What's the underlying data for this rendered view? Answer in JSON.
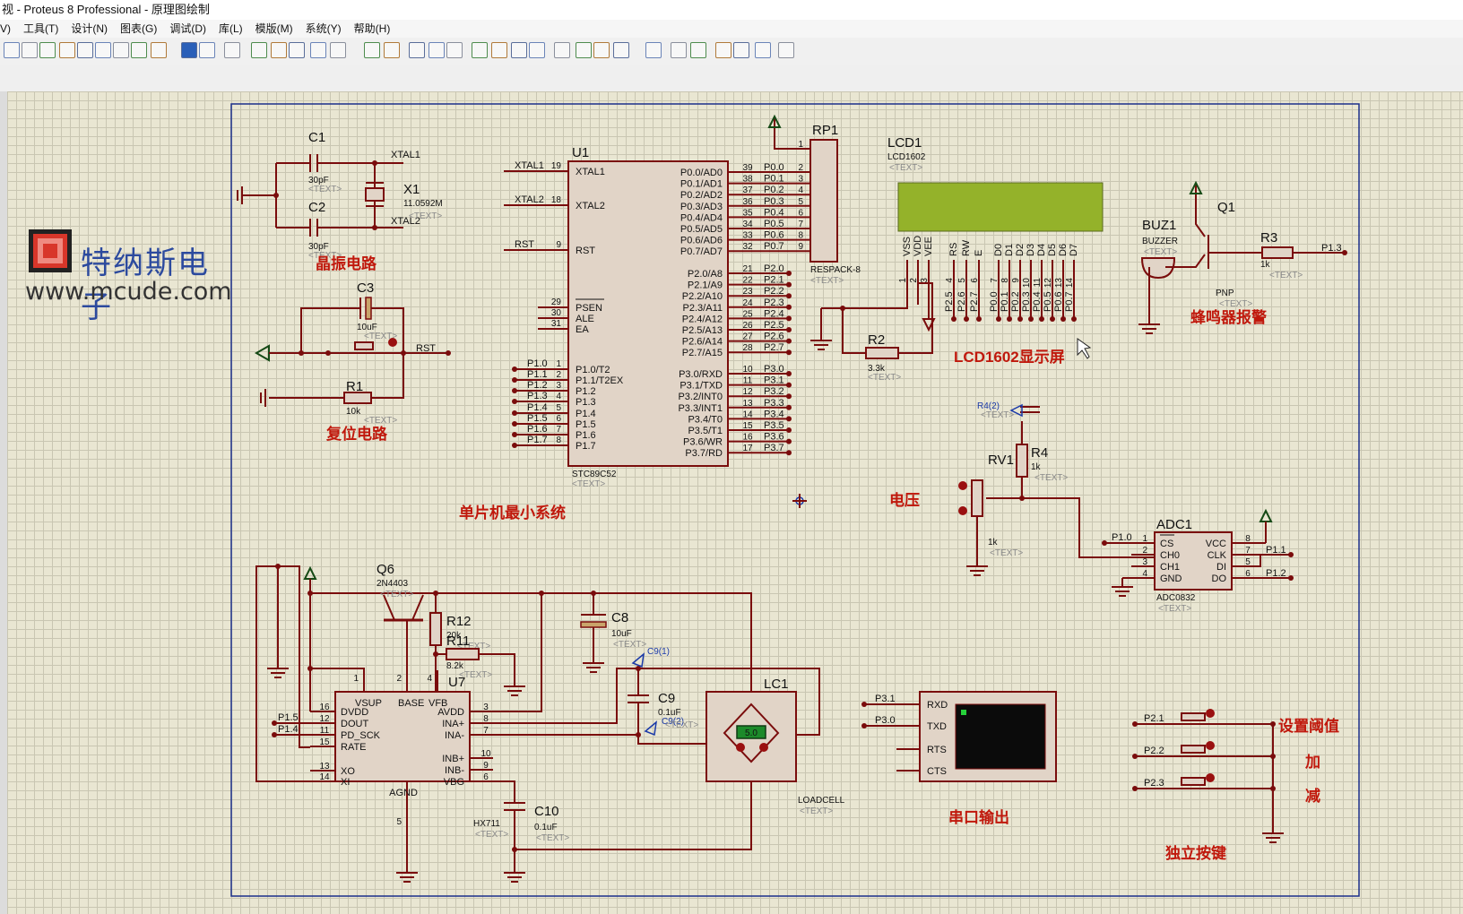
{
  "window": {
    "title": "视 - Proteus 8 Professional - 原理图绘制"
  },
  "menu": {
    "items": [
      "V)",
      "工具(T)",
      "设计(N)",
      "图表(G)",
      "调试(D)",
      "库(L)",
      "模版(M)",
      "系统(Y)",
      "帮助(H)"
    ]
  },
  "logo": {
    "cn": "特纳斯电子",
    "url": "www.mcude.com"
  },
  "sections": {
    "osc": "晶振电路",
    "reset": "复位电路",
    "mcu": "单片机最小系统",
    "lcd": "LCD1602显示屏",
    "buzzer": "蜂鸣器报警",
    "voltage": "电压",
    "serial": "串口输出",
    "keys": "独立按键",
    "key1": "设置阈值",
    "key2": "加",
    "key3": "减"
  },
  "parts": {
    "c1": {
      "ref": "C1",
      "val": "30pF",
      "text": "<TEXT>"
    },
    "c2": {
      "ref": "C2",
      "val": "30pF",
      "text": "<TEXT>"
    },
    "x1": {
      "ref": "X1",
      "val": "11.0592M",
      "text": "<TEXT>",
      "n1": "XTAL1",
      "n2": "XTAL2"
    },
    "c3": {
      "ref": "C3",
      "val": "10uF",
      "text": "<TEXT>"
    },
    "r1": {
      "ref": "R1",
      "val": "10k",
      "text": "<TEXT>"
    },
    "rst_net": "RST",
    "u1": {
      "ref": "U1",
      "name": "STC89C52",
      "text": "<TEXT>"
    },
    "rp1": {
      "ref": "RP1",
      "name": "RESPACK-8",
      "text": "<TEXT>",
      "pin1": "1"
    },
    "lcd1": {
      "ref": "LCD1",
      "name": "LCD1602",
      "text": "<TEXT>"
    },
    "r2": {
      "ref": "R2",
      "val": "3.3k",
      "text": "<TEXT>"
    },
    "buz1": {
      "ref": "BUZ1",
      "name": "BUZZER",
      "text": "<TEXT>"
    },
    "q1": {
      "ref": "Q1",
      "type": "PNP",
      "text": "<TEXT>"
    },
    "r3": {
      "ref": "R3",
      "val": "1k",
      "text": "<TEXT>",
      "net": "P1.3"
    },
    "r4": {
      "ref": "R4",
      "val": "1k",
      "text": "<TEXT>",
      "probe": "R4(2)"
    },
    "rv1": {
      "ref": "RV1",
      "val": "1k",
      "text": "<TEXT>"
    },
    "adc1": {
      "ref": "ADC1",
      "name": "ADC0832",
      "text": "<TEXT>"
    },
    "q6": {
      "ref": "Q6",
      "name": "2N4403",
      "text": "<TEXT>"
    },
    "r12": {
      "ref": "R12",
      "val": "20k",
      "text": "<TEXT>"
    },
    "r11": {
      "ref": "R11",
      "val": "8.2k",
      "text": "<TEXT>"
    },
    "c8": {
      "ref": "C8",
      "val": "10uF",
      "text": "<TEXT>"
    },
    "c9": {
      "ref": "C9",
      "val": "0.1uF",
      "text": "<TEXT>",
      "probe1": "C9(1)",
      "probe2": "C9(2)"
    },
    "u7": {
      "ref": "U7",
      "name": "HX711",
      "text": "<TEXT>"
    },
    "c10": {
      "ref": "C10",
      "val": "0.1uF",
      "text": "<TEXT>"
    },
    "lc1": {
      "ref": "LC1",
      "name": "LOADCELL",
      "text": "<TEXT>",
      "display": "5.0"
    }
  },
  "u1_left": [
    {
      "net": "XTAL1",
      "pin": "19",
      "name": "XTAL1"
    },
    {
      "net": "XTAL2",
      "pin": "18",
      "name": "XTAL2"
    },
    {
      "net": "RST",
      "pin": "9",
      "name": "RST"
    },
    {
      "net": "",
      "pin": "29",
      "name": "PSEN"
    },
    {
      "net": "",
      "pin": "30",
      "name": "ALE"
    },
    {
      "net": "",
      "pin": "31",
      "name": "EA"
    },
    {
      "net": "P1.0",
      "pin": "1",
      "name": "P1.0/T2"
    },
    {
      "net": "P1.1",
      "pin": "2",
      "name": "P1.1/T2EX"
    },
    {
      "net": "P1.2",
      "pin": "3",
      "name": "P1.2"
    },
    {
      "net": "P1.3",
      "pin": "4",
      "name": "P1.3"
    },
    {
      "net": "P1.4",
      "pin": "5",
      "name": "P1.4"
    },
    {
      "net": "P1.5",
      "pin": "6",
      "name": "P1.5"
    },
    {
      "net": "P1.6",
      "pin": "7",
      "name": "P1.6"
    },
    {
      "net": "P1.7",
      "pin": "8",
      "name": "P1.7"
    }
  ],
  "u1_right": [
    {
      "name": "P0.0/AD0",
      "pin": "39",
      "net": "P0.0",
      "rp": "2"
    },
    {
      "name": "P0.1/AD1",
      "pin": "38",
      "net": "P0.1",
      "rp": "3"
    },
    {
      "name": "P0.2/AD2",
      "pin": "37",
      "net": "P0.2",
      "rp": "4"
    },
    {
      "name": "P0.3/AD3",
      "pin": "36",
      "net": "P0.3",
      "rp": "5"
    },
    {
      "name": "P0.4/AD4",
      "pin": "35",
      "net": "P0.4",
      "rp": "6"
    },
    {
      "name": "P0.5/AD5",
      "pin": "34",
      "net": "P0.5",
      "rp": "7"
    },
    {
      "name": "P0.6/AD6",
      "pin": "33",
      "net": "P0.6",
      "rp": "8"
    },
    {
      "name": "P0.7/AD7",
      "pin": "32",
      "net": "P0.7",
      "rp": "9"
    },
    {
      "name": "P2.0/A8",
      "pin": "21",
      "net": "P2.0"
    },
    {
      "name": "P2.1/A9",
      "pin": "22",
      "net": "P2.1"
    },
    {
      "name": "P2.2/A10",
      "pin": "23",
      "net": "P2.2"
    },
    {
      "name": "P2.3/A11",
      "pin": "24",
      "net": "P2.3"
    },
    {
      "name": "P2.4/A12",
      "pin": "25",
      "net": "P2.4"
    },
    {
      "name": "P2.5/A13",
      "pin": "26",
      "net": "P2.5"
    },
    {
      "name": "P2.6/A14",
      "pin": "27",
      "net": "P2.6"
    },
    {
      "name": "P2.7/A15",
      "pin": "28",
      "net": "P2.7"
    },
    {
      "name": "P3.0/RXD",
      "pin": "10",
      "net": "P3.0"
    },
    {
      "name": "P3.1/TXD",
      "pin": "11",
      "net": "P3.1"
    },
    {
      "name": "P3.2/INT0",
      "pin": "12",
      "net": "P3.2"
    },
    {
      "name": "P3.3/INT1",
      "pin": "13",
      "net": "P3.3"
    },
    {
      "name": "P3.4/T0",
      "pin": "14",
      "net": "P3.4"
    },
    {
      "name": "P3.5/T1",
      "pin": "15",
      "net": "P3.5"
    },
    {
      "name": "P3.6/WR",
      "pin": "16",
      "net": "P3.6"
    },
    {
      "name": "P3.7/RD",
      "pin": "17",
      "net": "P3.7"
    }
  ],
  "lcd_pins": [
    {
      "name": "VSS",
      "pin": "1",
      "net": ""
    },
    {
      "name": "VDD",
      "pin": "2",
      "net": ""
    },
    {
      "name": "VEE",
      "pin": "3",
      "net": ""
    },
    {
      "name": "RS",
      "pin": "4",
      "net": "P2.5"
    },
    {
      "name": "RW",
      "pin": "5",
      "net": "P2.6"
    },
    {
      "name": "E",
      "pin": "6",
      "net": "P2.7"
    },
    {
      "name": "D0",
      "pin": "7",
      "net": "P0.0"
    },
    {
      "name": "D1",
      "pin": "8",
      "net": "P0.1"
    },
    {
      "name": "D2",
      "pin": "9",
      "net": "P0.2"
    },
    {
      "name": "D3",
      "pin": "10",
      "net": "P0.3"
    },
    {
      "name": "D4",
      "pin": "11",
      "net": "P0.4"
    },
    {
      "name": "D5",
      "pin": "12",
      "net": "P0.5"
    },
    {
      "name": "D6",
      "pin": "13",
      "net": "P0.6"
    },
    {
      "name": "D7",
      "pin": "14",
      "net": "P0.7"
    }
  ],
  "adc_left": [
    {
      "net": "P1.0",
      "pin": "1",
      "name": "CS"
    },
    {
      "net": "",
      "pin": "2",
      "name": "CH0"
    },
    {
      "net": "",
      "pin": "3",
      "name": "CH1"
    },
    {
      "net": "",
      "pin": "4",
      "name": "GND"
    }
  ],
  "adc_right": [
    {
      "name": "VCC",
      "pin": "8",
      "net": ""
    },
    {
      "name": "CLK",
      "pin": "7",
      "net": "P1.1"
    },
    {
      "name": "DI",
      "pin": "5",
      "net": ""
    },
    {
      "name": "DO",
      "pin": "6",
      "net": "P1.2"
    }
  ],
  "hx_left": [
    {
      "pin": "16",
      "name": "DVDD",
      "net": ""
    },
    {
      "pin": "12",
      "name": "DOUT",
      "net": "P1.5"
    },
    {
      "pin": "11",
      "name": "PD_SCK",
      "net": "P1.4"
    },
    {
      "pin": "15",
      "name": "RATE",
      "net": ""
    },
    {
      "pin": "13",
      "name": "XO",
      "net": ""
    },
    {
      "pin": "14",
      "name": "XI",
      "net": ""
    }
  ],
  "hx_top": [
    {
      "pin": "1",
      "name": "VSUP"
    },
    {
      "pin": "2",
      "name": "BASE"
    },
    {
      "pin": "4",
      "name": "VFB"
    }
  ],
  "hx_right": [
    {
      "pin": "3",
      "name": "AVDD"
    },
    {
      "pin": "8",
      "name": "INA+"
    },
    {
      "pin": "7",
      "name": "INA-"
    },
    {
      "pin": "10",
      "name": "INB+"
    },
    {
      "pin": "9",
      "name": "INB-"
    },
    {
      "pin": "6",
      "name": "VBG"
    }
  ],
  "hx_bottom": {
    "pin": "5",
    "name": "AGND"
  },
  "serial": {
    "pins": [
      "RXD",
      "TXD",
      "RTS",
      "CTS"
    ],
    "nets": [
      "P3.1",
      "P3.0"
    ]
  },
  "keys": {
    "nets": [
      "P2.1",
      "P2.2",
      "P2.3"
    ]
  }
}
